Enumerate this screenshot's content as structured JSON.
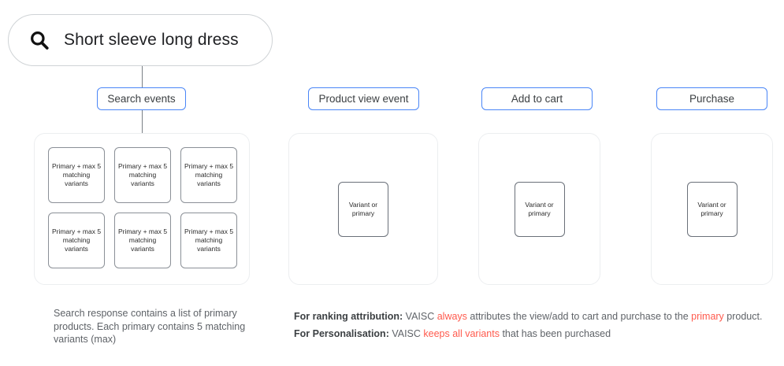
{
  "search": {
    "icon": "search-icon",
    "query": "Short sleeve long dress"
  },
  "stages": [
    {
      "id": "search-events",
      "label": "Search events"
    },
    {
      "id": "product-view-event",
      "label": "Product view event"
    },
    {
      "id": "add-to-cart",
      "label": "Add to cart"
    },
    {
      "id": "purchase",
      "label": "Purchase"
    }
  ],
  "panels": {
    "search_results": {
      "card_label": "Primary + max 5 matching variants",
      "card_count": 6,
      "columns": 3,
      "rows": 2
    },
    "product_view": {
      "card_label": "Variant or primary"
    },
    "add_to_cart": {
      "card_label": "Variant or primary"
    },
    "purchase": {
      "card_label": "Variant or primary"
    }
  },
  "captions": {
    "search_response": "Search response contains a list of primary products. Each primary contains 5 matching variants (max)"
  },
  "notes": [
    {
      "id": "ranking-attribution",
      "bold": "For ranking attribution:",
      "parts": [
        {
          "text": " VAISC ",
          "highlight": false
        },
        {
          "text": "always",
          "highlight": true
        },
        {
          "text": " attributes the view/add to cart and purchase to the ",
          "highlight": false
        },
        {
          "text": "primary",
          "highlight": true
        },
        {
          "text": " product.",
          "highlight": false
        }
      ]
    },
    {
      "id": "personalisation",
      "bold": "For Personalisation:",
      "parts": [
        {
          "text": " VAISC ",
          "highlight": false
        },
        {
          "text": "keeps all variants",
          "highlight": true
        },
        {
          "text": " that has been purchased",
          "highlight": false
        }
      ]
    }
  ],
  "colors": {
    "accent_blue": "#4a86f7",
    "highlight_red": "#ff5a4d",
    "panel_border": "#eceef0",
    "card_border": "#8b9097",
    "text": "#3c4043",
    "muted_text": "#5f6368"
  }
}
